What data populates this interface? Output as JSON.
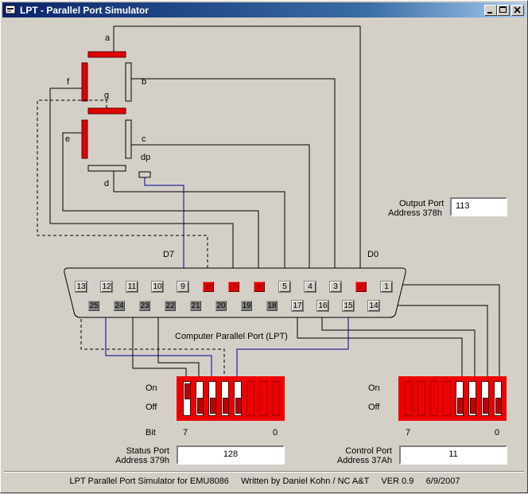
{
  "window": {
    "title": "LPT - Parallel Port Simulator"
  },
  "segments": {
    "a": "a",
    "b": "b",
    "c": "c",
    "d": "d",
    "e": "e",
    "f": "f",
    "g": "g",
    "dp": "dp"
  },
  "connector": {
    "label": "Computer Parallel Port (LPT)",
    "d7_label": "D7",
    "d0_label": "D0",
    "top_pins": [
      "13",
      "12",
      "11",
      "10",
      "9",
      "8",
      "7",
      "6",
      "5",
      "4",
      "3",
      "2",
      "1"
    ],
    "bottom_pins": [
      "25",
      "24",
      "23",
      "22",
      "21",
      "20",
      "19",
      "18",
      "17",
      "16",
      "15",
      "14"
    ]
  },
  "output_port": {
    "label_line1": "Output Port",
    "label_line2": "Address 378h",
    "value": "113"
  },
  "status_port": {
    "label_line1": "Status Port",
    "label_line2": "Address 379h",
    "value": "128"
  },
  "control_port": {
    "label_line1": "Control Port",
    "label_line2": "Address 37Ah",
    "value": "11"
  },
  "dip": {
    "on_label": "On",
    "off_label": "Off",
    "bit_label": "Bit",
    "bit_high": "7",
    "bit_low": "0"
  },
  "footer": "LPT Parallel Port Simulator for EMU8086     Written by Daniel Kohn / NC A&T     VER 0.9     6/9/2007",
  "colors": {
    "active": "#e00000",
    "wire_blue": "#00008b",
    "title_bar": "#0a246a"
  }
}
